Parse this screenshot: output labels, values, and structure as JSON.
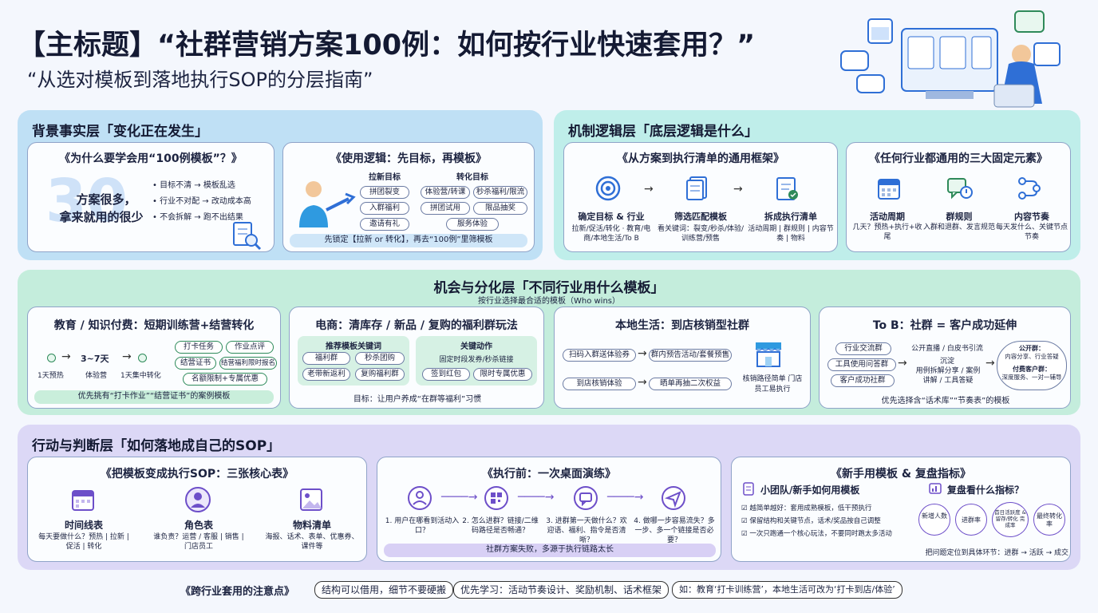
{
  "header": {
    "title": "【主标题】“社群营销方案100例：如何按行业快速套用？”",
    "subtitle": "“从选对模板到落地执行SOP的分层指南”"
  },
  "layer1": {
    "title": "背景事实层「变化正在发生」",
    "card1": {
      "title": "《为什么要学会用“100例模板”？》",
      "big_number": "30",
      "big_text_1": "方案很多，",
      "big_text_2": "拿来就用的很少",
      "bullets": [
        "目标不清 → 模板乱选",
        "行业不对配 → 改动成本高",
        "不会拆解 → 跑不出结果"
      ]
    },
    "card2": {
      "title": "《使用逻辑：先目标，再模板》",
      "col1_title": "拉新目标",
      "col1_items": [
        "拼团裂变",
        "入群福利",
        "邀请有礼"
      ],
      "col2_title": "转化目标",
      "col2_items": [
        "体验营/转课",
        "秒杀福利/限流",
        "拼团试用",
        "限品抽奖",
        "服务体验"
      ],
      "note": "先锁定【拉新 or 转化】，再去“100例”里筛模板"
    }
  },
  "layer2": {
    "title": "机制逻辑层「底层逻辑是什么」",
    "card1": {
      "title": "《从方案到执行清单的通用框架》",
      "steps": [
        {
          "label": "确定目标 & 行业",
          "desc": "拉新/促活/转化 · 教育/电商/本地生活/To B"
        },
        {
          "label": "筛选匹配模板",
          "desc": "看关键词：裂变/秒杀/体验/训练营/预售"
        },
        {
          "label": "拆成执行清单",
          "desc": "活动周期 | 群规则 | 内容节奏 | 物料"
        }
      ]
    },
    "card2": {
      "title": "《任何行业都通用的三大固定元素》",
      "items": [
        {
          "label": "活动周期",
          "desc": "几天？预热+执行+收尾"
        },
        {
          "label": "群规则",
          "desc": "入群和退群、发言规范"
        },
        {
          "label": "内容节奏",
          "desc": "每天发什么、关键节点节奏"
        }
      ]
    }
  },
  "layer3": {
    "title": "机会与分化层「不同行业用什么模板」",
    "subtitle": "按行业选择最合适的模板（Who wins）",
    "edu": {
      "title": "教育 / 知识付费：短期训练营+结营转化",
      "flow": [
        "1天预热",
        "3~7天",
        "1天集中转化"
      ],
      "flow_mid": "体验营",
      "tags": [
        "打卡任务",
        "作业点评",
        "结营证书",
        "结营福利限时报名",
        "名额限制+专属优惠"
      ],
      "note": "优先挑有“打卡作业”“结营证书”的案例模板"
    },
    "ecom": {
      "title": "电商：清库存 / 新品 / 复购的福利群玩法",
      "col1_title": "推荐模板关键词",
      "col1_items": [
        "福利群",
        "秒杀团购",
        "老带新返利",
        "复购福利群"
      ],
      "col2_title": "关键动作",
      "col2_items": [
        "固定时段发券/秒杀链接",
        "签到红包",
        "限时专属优惠"
      ],
      "note": "目标：让用户养成“在群等福利”习惯"
    },
    "local": {
      "title": "本地生活：到店核销型社群",
      "flows": [
        [
          "扫码入群送体验券",
          "群内预告活动/套餐预售"
        ],
        [
          "到店核销体验",
          "晒单再抽二次权益"
        ]
      ],
      "side": "核销路径简单 门店员工易执行"
    },
    "tob": {
      "title": "To B：社群 = 客户成功延伸",
      "left": [
        "行业交流群",
        "工具使用问答群",
        "客户成功社群"
      ],
      "mid": [
        "公开直播 / 白皮书引流",
        "沉淀",
        "用例拆解分享 / 案例讲解 / 工具答疑"
      ],
      "right": [
        [
          "公开群：",
          "内容分享、行业答疑"
        ],
        [
          "付费客户群：",
          "深度服务、一对一辅导"
        ]
      ],
      "note": "优先选择含“话术库”“节奏表”的模板"
    }
  },
  "layer4": {
    "title": "行动与判断层「如何落地成自己的SOP」",
    "card1": {
      "title": "《把模板变成执行SOP：三张核心表》",
      "items": [
        {
          "label": "时间线表",
          "desc": "每天要做什么？预热 | 拉新 | 促活 | 转化"
        },
        {
          "label": "角色表",
          "desc": "谁负责？运营 / 客服 | 销售 | 门店员工"
        },
        {
          "label": "物料清单",
          "desc": "海报、话术、表单、优惠券、课件等"
        }
      ]
    },
    "card2": {
      "title": "《执行前：一次桌面演练》",
      "steps": [
        "1. 用户在哪看到活动入口？",
        "2. 怎么进群？链接/二维码路径是否畅通？",
        "3. 进群第一天做什么？欢迎语、福利、指令是否清晰？",
        "4. 做哪一步容易流失？多一步、多一个链接是否必要？"
      ],
      "note": "社群方案失败，多源于执行链路太长"
    },
    "card3": {
      "title": "《新手用模板 & 复盘指标》",
      "left_title": "小团队/新手如何用模板",
      "left_items": [
        "越简单越好：套用成熟模板，低干预执行",
        "保留结构和关键节点，话术/奖品按自己调整",
        "一次只跑通一个核心玩法，不要同时跑太多活动"
      ],
      "right_title": "复盘看什么指标？",
      "metrics": [
        "新增人数",
        "进群率",
        "首日活跃度 & 留存/转化 完成率",
        "最终转化率"
      ],
      "note": "把问题定位到具体环节：进群 → 活跃 → 成交"
    }
  },
  "footer": {
    "label": "《跨行业套用的注意点》",
    "items": [
      "结构可以借用，细节不要硬搬",
      "优先学习：活动节奏设计、奖励机制、话术框架",
      "如：教育‘打卡训练营’，本地生活可改为‘打卡到店/体验’"
    ]
  },
  "colors": {
    "blue_layer": "#bfe0f5",
    "teal_layer": "#bfeeea",
    "green_layer": "#c4eddc",
    "purple_layer": "#dcd8f6",
    "accent": "#2f6fd6"
  }
}
